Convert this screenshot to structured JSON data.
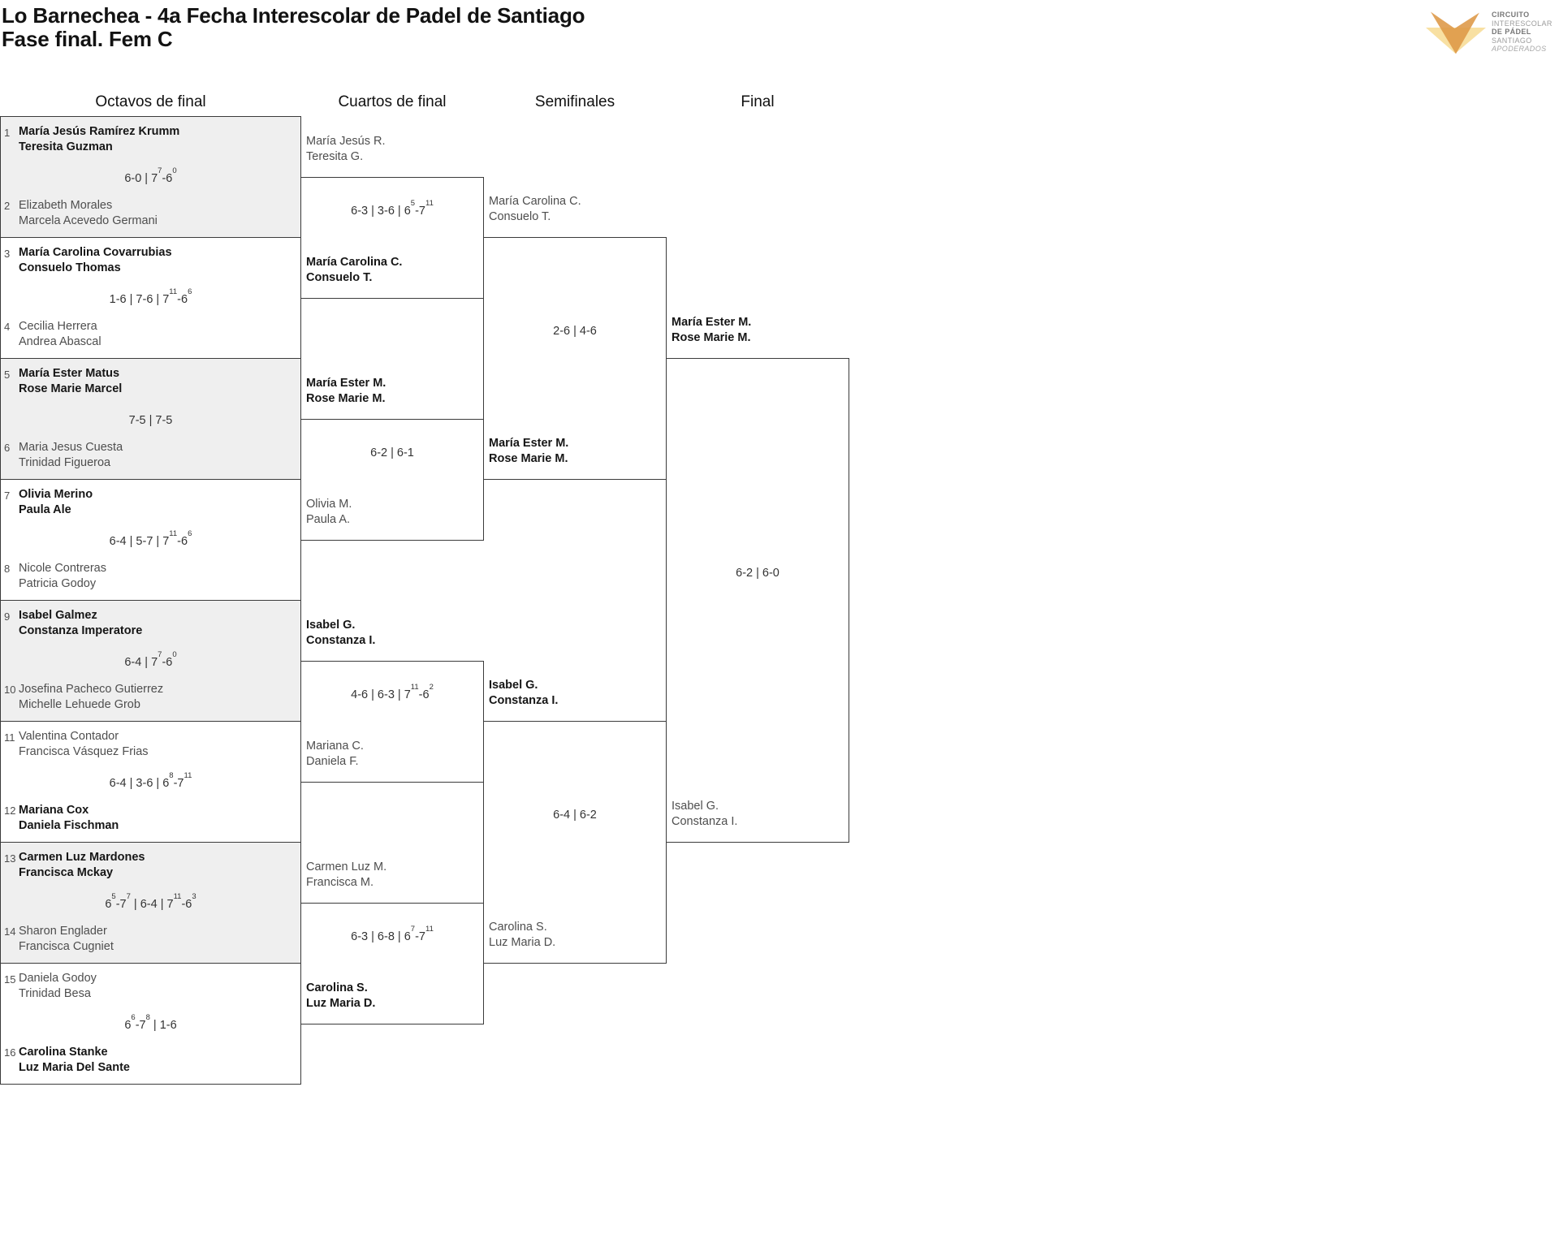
{
  "title": {
    "line1": "Lo Barnechea - 4a Fecha Interescolar de Padel de Santiago",
    "line2": "Fase final. Fem C"
  },
  "logo": {
    "lines": [
      {
        "text": "CIRCUITO"
      },
      {
        "text": "INTERESCOLAR"
      },
      {
        "text": "DE PÁDEL"
      },
      {
        "text": "SANTIAGO"
      },
      {
        "text": "APODERADOS"
      }
    ],
    "colors": {
      "wing": "#DD9745",
      "band": "#F8E0A2"
    }
  },
  "colors": {
    "border": "#3b3b3b",
    "shaded_row": "#efefef"
  },
  "bracket": {
    "rounds": [
      {
        "name": "Octavos de final",
        "matches": [
          {
            "seed_a": "1",
            "team_a": [
              "María Jesús Ramírez Krumm",
              "Teresita Guzman"
            ],
            "bold_a": true,
            "seed_b": "2",
            "team_b": [
              "Elizabeth Morales",
              "Marcela Acevedo Germani"
            ],
            "bold_b": false,
            "score": "6-0 | 7^7-6^0",
            "shaded": true
          },
          {
            "seed_a": "3",
            "team_a": [
              "María Carolina Covarrubias",
              "Consuelo Thomas"
            ],
            "bold_a": true,
            "seed_b": "4",
            "team_b": [
              "Cecilia Herrera",
              "Andrea Abascal"
            ],
            "bold_b": false,
            "score": "1-6 | 7-6 | 7^11-6^6",
            "shaded": false
          },
          {
            "seed_a": "5",
            "team_a": [
              "María Ester Matus",
              "Rose Marie Marcel"
            ],
            "bold_a": true,
            "seed_b": "6",
            "team_b": [
              "Maria Jesus Cuesta",
              "Trinidad Figueroa"
            ],
            "bold_b": false,
            "score": "7-5 | 7-5",
            "shaded": true
          },
          {
            "seed_a": "7",
            "team_a": [
              "Olivia Merino",
              "Paula Ale"
            ],
            "bold_a": true,
            "seed_b": "8",
            "team_b": [
              "Nicole Contreras",
              "Patricia Godoy"
            ],
            "bold_b": false,
            "score": "6-4 | 5-7 | 7^11-6^6",
            "shaded": false
          },
          {
            "seed_a": "9",
            "team_a": [
              "Isabel Galmez",
              "Constanza Imperatore"
            ],
            "bold_a": true,
            "seed_b": "10",
            "team_b": [
              "Josefina Pacheco Gutierrez",
              "Michelle Lehuede Grob"
            ],
            "bold_b": false,
            "score": "6-4 | 7^7-6^0",
            "shaded": true
          },
          {
            "seed_a": "11",
            "team_a": [
              "Valentina Contador",
              "Francisca Vásquez Frias"
            ],
            "bold_a": false,
            "seed_b": "12",
            "team_b": [
              "Mariana Cox",
              "Daniela Fischman"
            ],
            "bold_b": true,
            "score": "6-4 | 3-6 | 6^8-7^11",
            "shaded": false
          },
          {
            "seed_a": "13",
            "team_a": [
              "Carmen Luz Mardones",
              "Francisca Mckay"
            ],
            "bold_a": true,
            "seed_b": "14",
            "team_b": [
              "Sharon Englader",
              "Francisca Cugniet"
            ],
            "bold_b": false,
            "score": "6^5-7^7 | 6-4 | 7^11-6^3",
            "shaded": true
          },
          {
            "seed_a": "15",
            "team_a": [
              "Daniela Godoy",
              "Trinidad Besa"
            ],
            "bold_a": false,
            "seed_b": "16",
            "team_b": [
              "Carolina Stanke",
              "Luz Maria Del Sante"
            ],
            "bold_b": true,
            "score": "6^6-7^8 | 1-6",
            "shaded": false
          }
        ]
      },
      {
        "name": "Cuartos de final",
        "matches": [
          {
            "team_a": [
              "María Jesús R.",
              "Teresita G."
            ],
            "bold_a": false,
            "team_b": [
              "María Carolina C.",
              "Consuelo T."
            ],
            "bold_b": true,
            "score": "6-3 | 3-6 | 6^5-7^11"
          },
          {
            "team_a": [
              "María Ester M.",
              "Rose Marie M."
            ],
            "bold_a": true,
            "team_b": [
              "Olivia M.",
              "Paula A."
            ],
            "bold_b": false,
            "score": "6-2 | 6-1"
          },
          {
            "team_a": [
              "Isabel G.",
              "Constanza I."
            ],
            "bold_a": true,
            "team_b": [
              "Mariana C.",
              "Daniela F."
            ],
            "bold_b": false,
            "score": "4-6 | 6-3 | 7^11-6^2"
          },
          {
            "team_a": [
              "Carmen Luz M.",
              "Francisca M."
            ],
            "bold_a": false,
            "team_b": [
              "Carolina S.",
              "Luz Maria D."
            ],
            "bold_b": true,
            "score": "6-3 | 6-8 | 6^7-7^11"
          }
        ]
      },
      {
        "name": "Semifinales",
        "matches": [
          {
            "team_a": [
              "María Carolina C.",
              "Consuelo T."
            ],
            "bold_a": false,
            "team_b": [
              "María Ester M.",
              "Rose Marie M."
            ],
            "bold_b": true,
            "score": "2-6 | 4-6"
          },
          {
            "team_a": [
              "Isabel G.",
              "Constanza I."
            ],
            "bold_a": true,
            "team_b": [
              "Carolina S.",
              "Luz Maria D."
            ],
            "bold_b": false,
            "score": "6-4 | 6-2"
          }
        ]
      },
      {
        "name": "Final",
        "matches": [
          {
            "team_a": [
              "María Ester M.",
              "Rose Marie M."
            ],
            "bold_a": true,
            "team_b": [
              "Isabel G.",
              "Constanza I."
            ],
            "bold_b": false,
            "score": "6-2 | 6-0"
          }
        ]
      }
    ]
  }
}
